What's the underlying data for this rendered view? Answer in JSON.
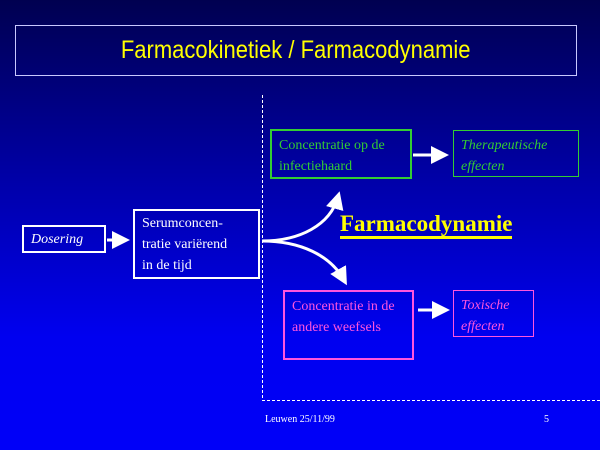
{
  "title": "Farmacokinetiek / Farmacodynamie",
  "dosering": "Dosering",
  "serum": {
    "line1": "Serumconcen-",
    "line2": "tratie variërend",
    "line3": "in de tijd"
  },
  "infection": {
    "line1": "Concentratie op de",
    "line2": "infectiehaard"
  },
  "therapeutic": {
    "line1": "Therapeutische",
    "line2": "effecten"
  },
  "farmacodynamie": "Farmacodynamie",
  "tissues": {
    "line1": "Concentratie in de",
    "line2": "andere weefsels"
  },
  "toxic": {
    "line1": "Toxische",
    "line2": "effecten"
  },
  "footer": {
    "left": "Leuwen 25/11/99",
    "page": "5"
  }
}
